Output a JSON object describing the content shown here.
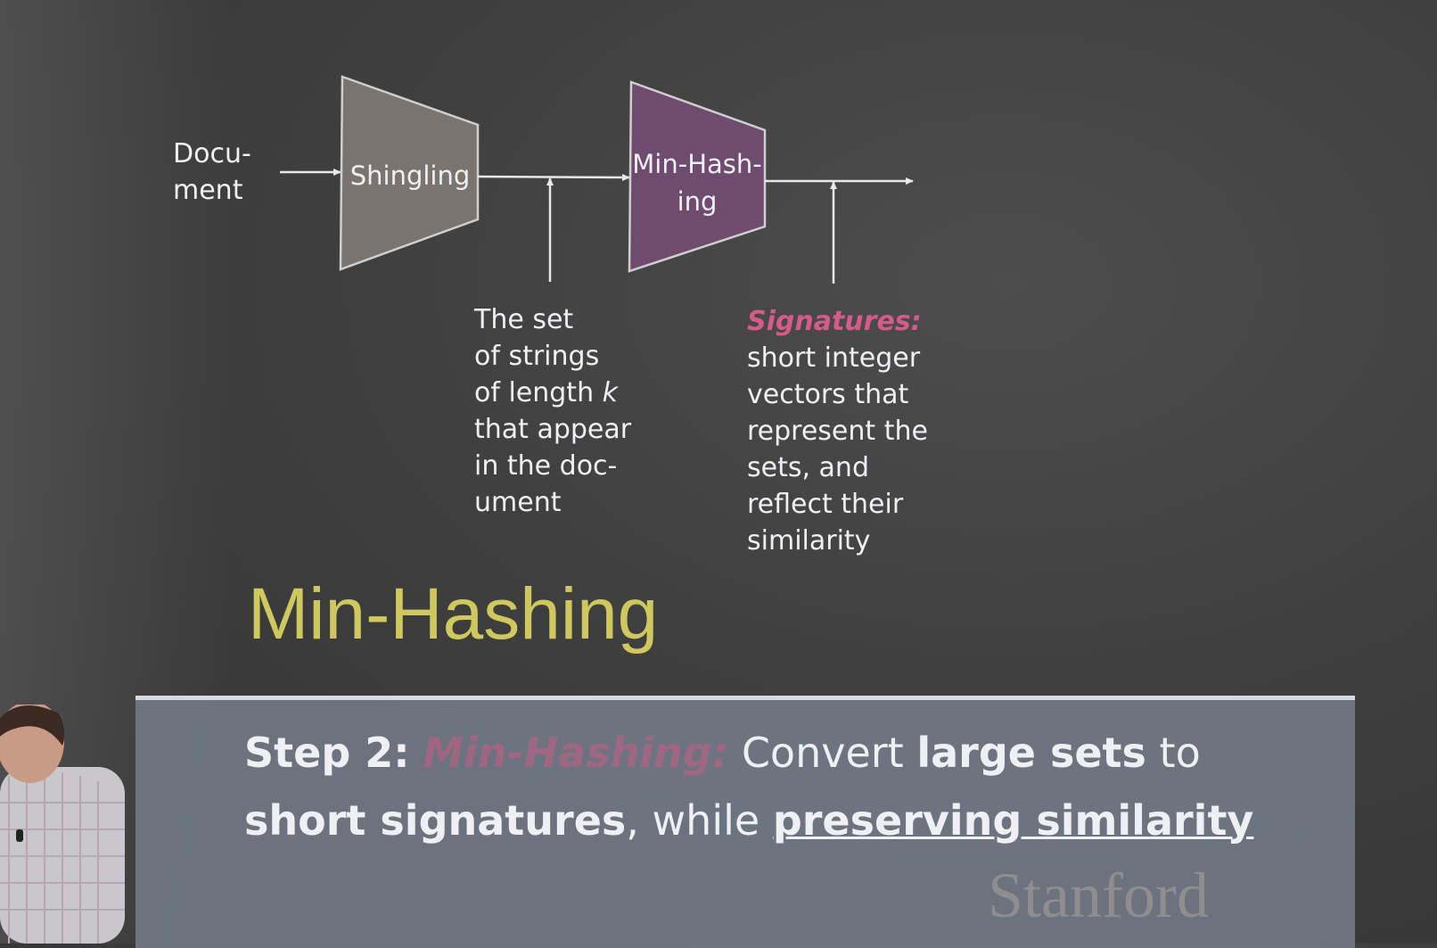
{
  "diagram": {
    "input_label": [
      "Docu-",
      "ment"
    ],
    "stage1_label": "Shingling",
    "stage2_label": [
      "Min-Hash-",
      "ing"
    ],
    "shingle_desc": [
      "The set",
      "of strings",
      "of length k",
      "that appear",
      "in the doc-",
      "ument"
    ],
    "signatures_title": "Signatures:",
    "signatures_desc": [
      "short integer",
      "vectors that",
      "represent the",
      "sets, and",
      "reflect their",
      "similarity"
    ]
  },
  "title": "Min-Hashing",
  "step": {
    "prefix": "Step 2:",
    "emph": "Min-Hashing:",
    "t1": "Convert",
    "b1": "large sets",
    "t2": "to",
    "b2": "short signatures",
    "t3": ", while",
    "u1": "preserving similarity"
  },
  "logo": "Stanford",
  "colors": {
    "title": "#cfc85f",
    "signatures": "#d65a8a",
    "shingling_box": "#7a736e",
    "minhash_box": "#6f4b6f"
  }
}
